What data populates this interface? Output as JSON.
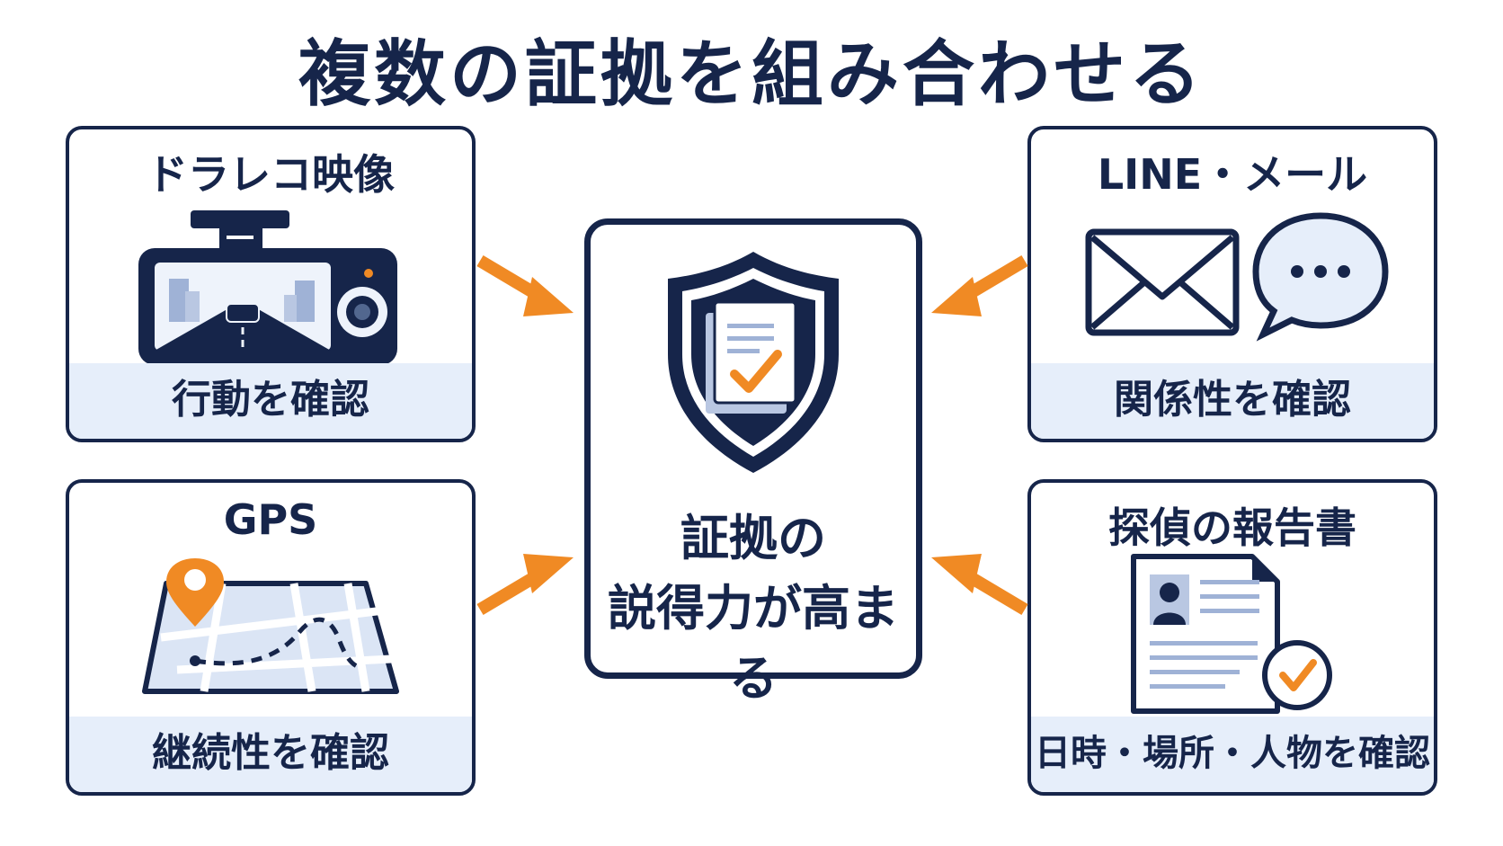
{
  "title": "複数の証拠を組み合わせる",
  "center": {
    "line1": "証拠の",
    "line2": "説得力が高まる",
    "icon": "shield-document-check-icon"
  },
  "cards": {
    "dashcam": {
      "title": "ドラレコ映像",
      "caption": "行動を確認",
      "icon": "dashcam-icon"
    },
    "messages": {
      "title": "LINE・メール",
      "caption": "関係性を確認",
      "icon": "mail-chat-icon"
    },
    "gps": {
      "title": "GPS",
      "caption": "継続性を確認",
      "icon": "gps-map-icon"
    },
    "report": {
      "title": "探偵の報告書",
      "caption": "日時・場所・人物を確認",
      "icon": "report-document-icon"
    }
  },
  "colors": {
    "navy": "#16254a",
    "orange": "#f08a24",
    "light_blue": "#e6eefa"
  }
}
